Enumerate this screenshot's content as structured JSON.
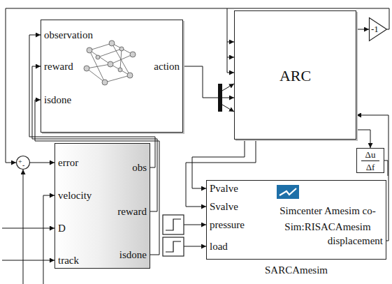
{
  "diagram": {
    "nodes": [
      {
        "text": [
          "observation",
          "reward",
          "isdone",
          "action"
        ]
      },
      {
        "text": [
          "ARC"
        ]
      },
      {
        "text": [
          "-1"
        ]
      },
      {
        "text": [
          "Δu",
          "Δf"
        ]
      },
      {
        "text": [
          "error",
          "velocity",
          "D",
          "track",
          "obs",
          "reward",
          "isdone"
        ]
      },
      {
        "text": [
          "Pvalve",
          "Svalve",
          "pressure",
          "load",
          "Simcenter Amesim co-Sim:RISACAmesim",
          "displacement",
          "SARCAmesim"
        ]
      },
      {
        "text": [
          "+",
          "-"
        ]
      }
    ],
    "edges": [
      {
        "from": 0,
        "to": 1,
        "arrow": "to"
      },
      {
        "from": 1,
        "to": 2,
        "arrow": "to"
      },
      {
        "from": 2,
        "to": 6,
        "arrow": "to"
      },
      {
        "from": 4,
        "to": 0,
        "arrow": "to"
      },
      {
        "from": 4,
        "to": 0,
        "arrow": "to"
      },
      {
        "from": 4,
        "to": 0,
        "arrow": "to"
      },
      {
        "from": 6,
        "to": 4,
        "arrow": "to"
      },
      {
        "from": 1,
        "to": 3,
        "arrow": "to"
      },
      {
        "from": 1,
        "to": 5,
        "arrow": "to"
      },
      {
        "from": 1,
        "to": 5,
        "arrow": "to"
      },
      {
        "from": 5,
        "to": 1,
        "arrow": "to"
      }
    ]
  }
}
